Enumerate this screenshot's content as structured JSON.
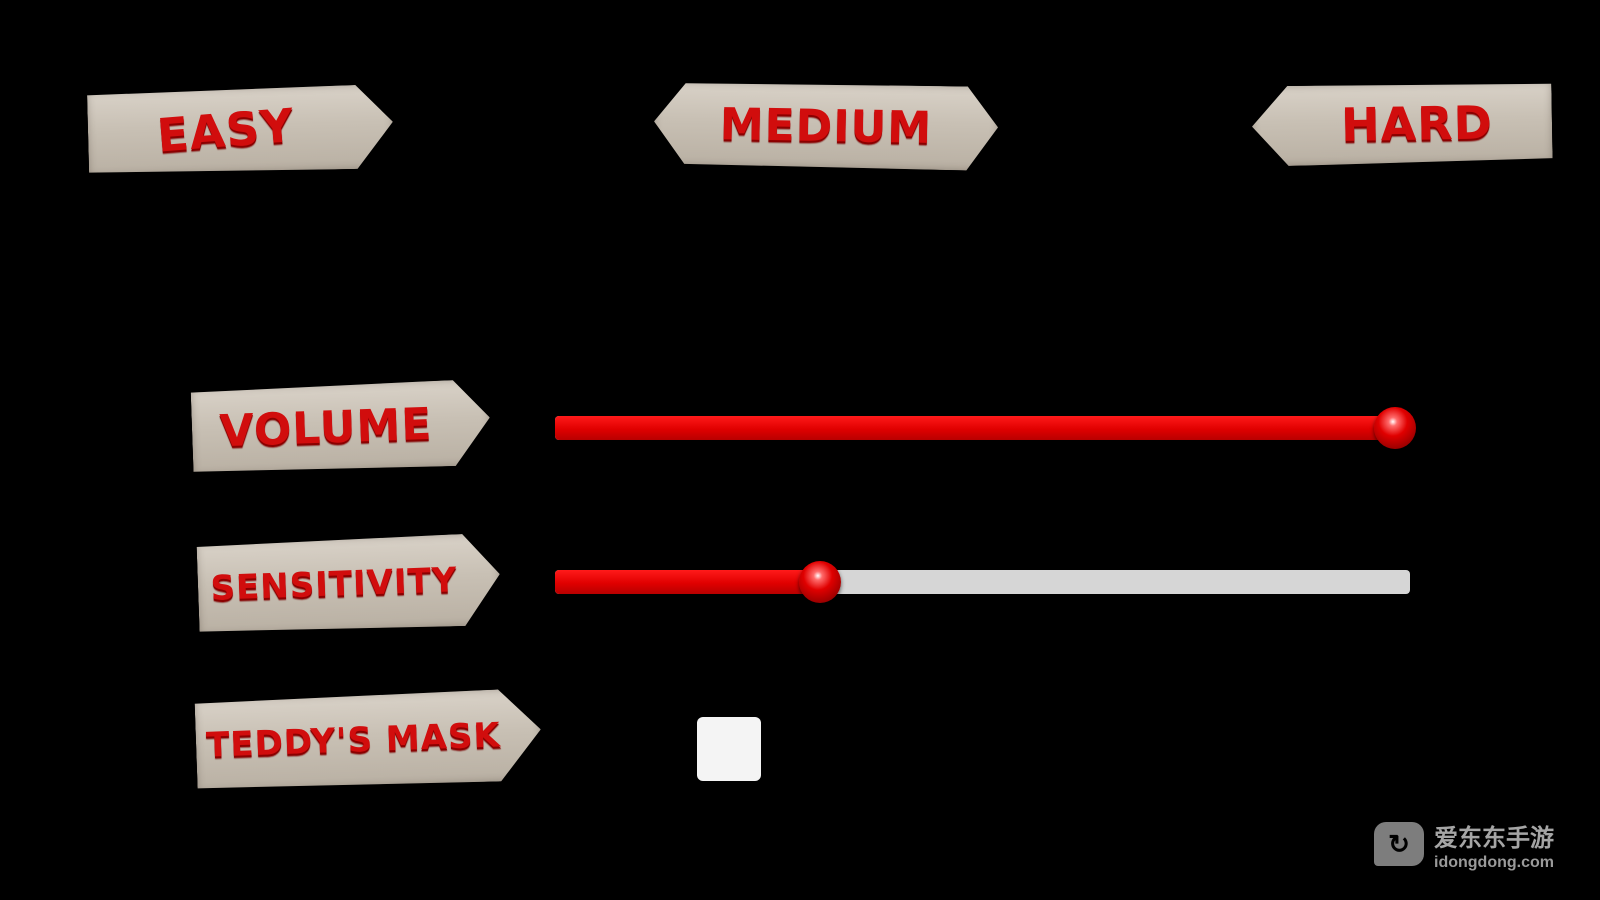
{
  "difficulty": {
    "easy_label": "EASY",
    "medium_label": "MEDIUM",
    "hard_label": "HARD"
  },
  "settings": {
    "volume_label": "VOLUME",
    "volume_level": 1.0,
    "sensitivity_label": "SENSITIVITY",
    "sensitivity_level": 0.31,
    "teddy_mask_label": "TEDDY'S MASK",
    "teddy_mask_checked": false
  },
  "colors": {
    "background": "#000000",
    "accent_red": "#e00000",
    "track_gray": "#d6d6d6"
  },
  "watermark": {
    "icon": "game-controller-logo-icon",
    "brand_cn": "爱东东手游",
    "brand_url": "idongdong.com"
  }
}
